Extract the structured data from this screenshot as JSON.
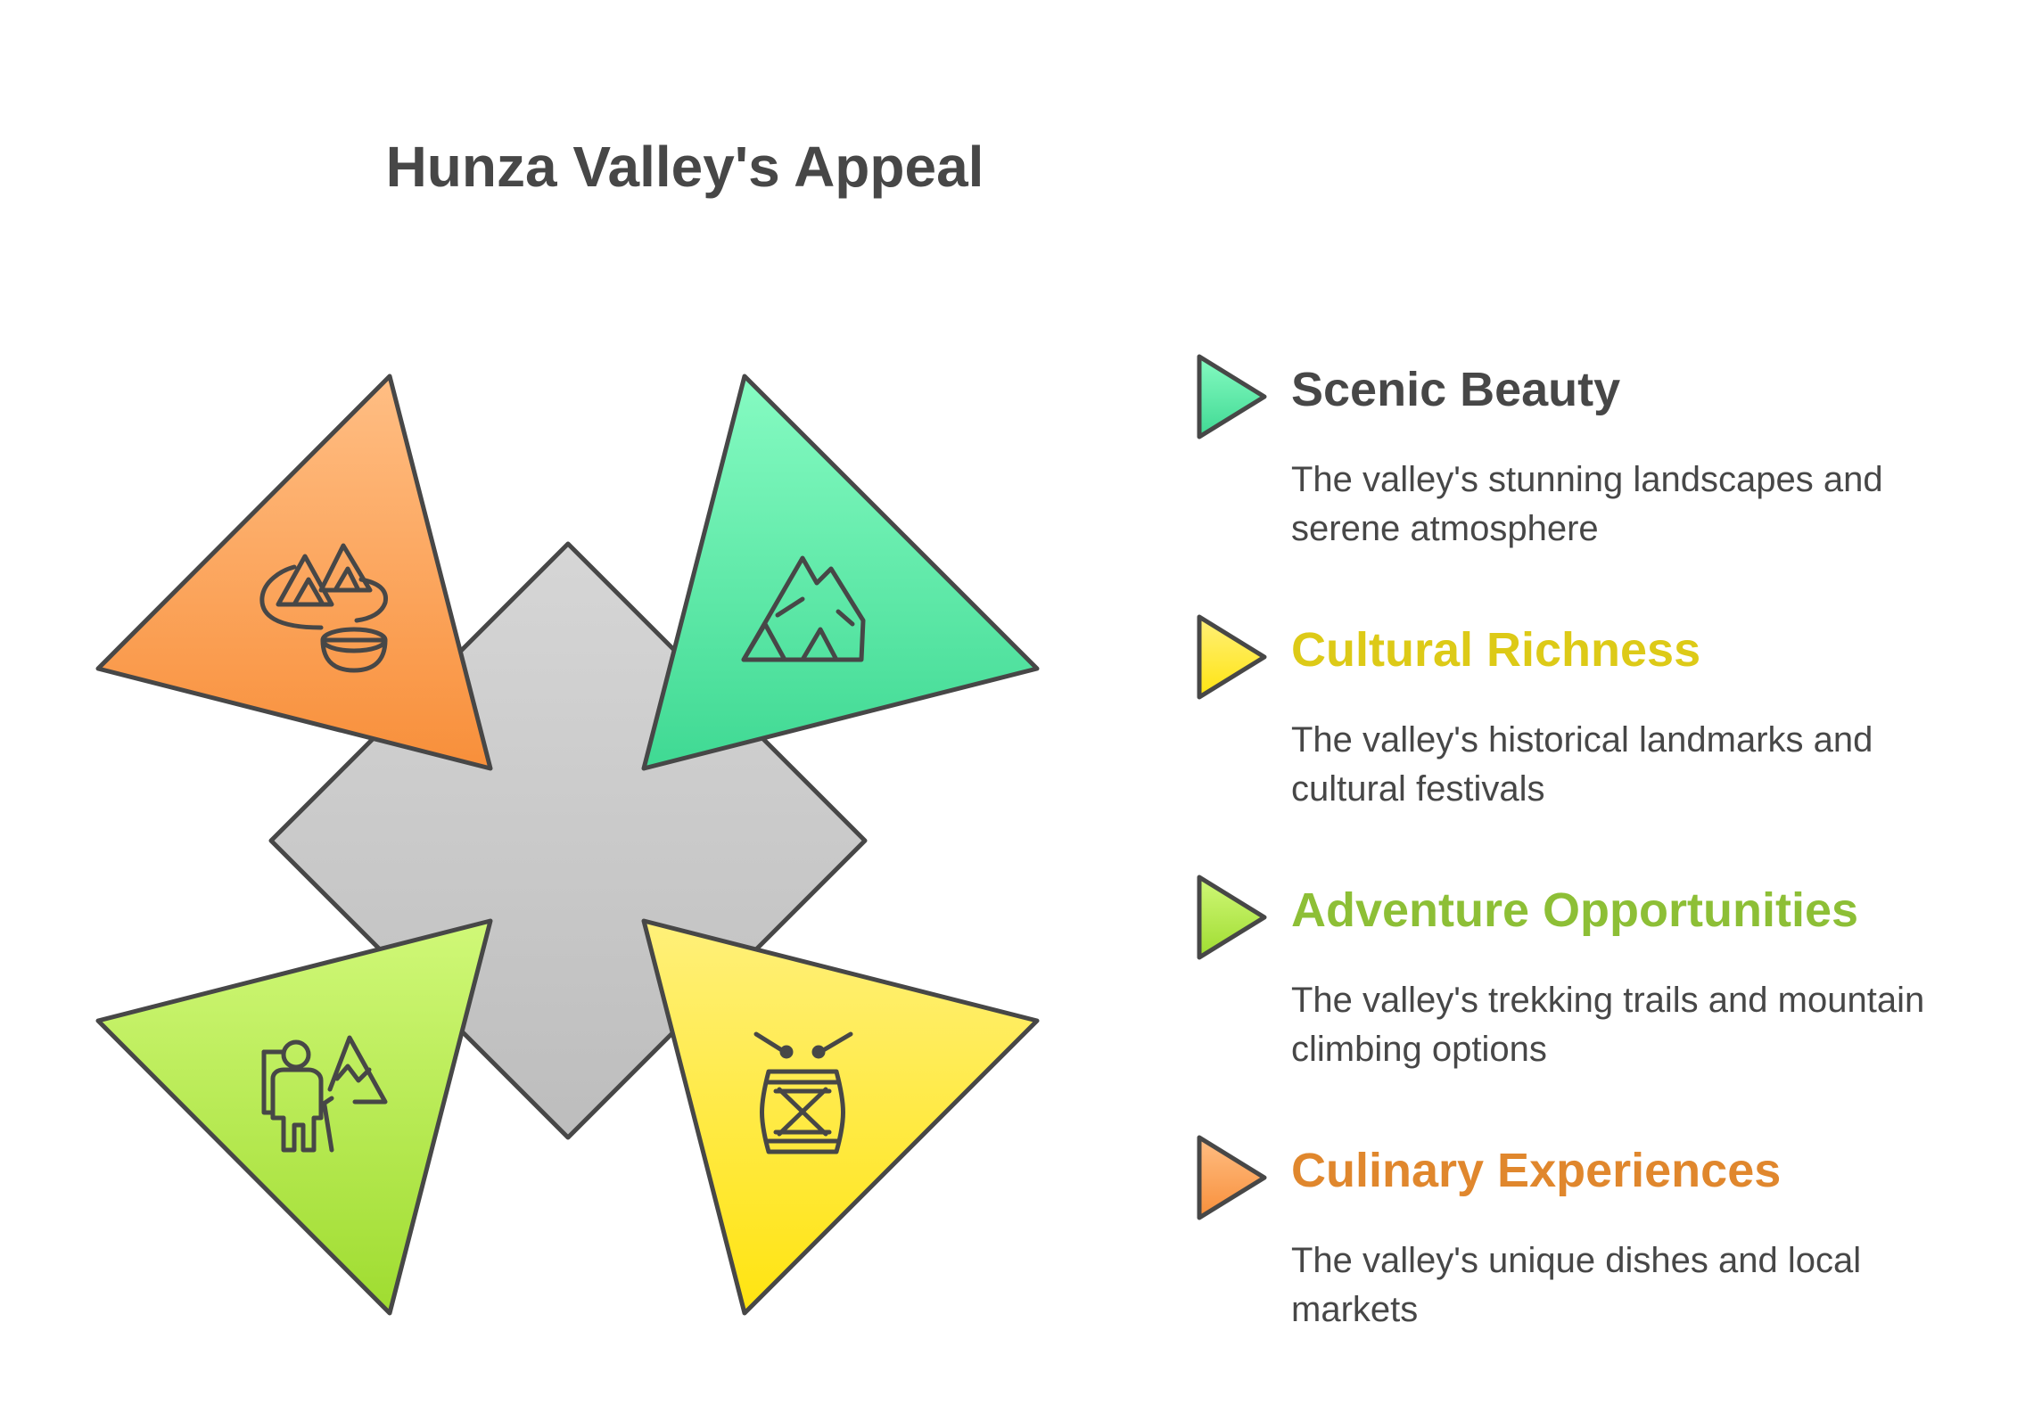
{
  "title": "Hunza Valley's Appeal",
  "colors": {
    "outline": "#474747",
    "center_gray": "#cccccc",
    "green": "#5ddfa2",
    "yellow": "#ffe93a",
    "lime": "#b4e64e",
    "orange": "#f9a35a"
  },
  "items": [
    {
      "heading": "Scenic Beauty",
      "description": "The valley's stunning landscapes and serene atmosphere",
      "heading_color": "#474747",
      "icon": "mountain-icon"
    },
    {
      "heading": "Cultural Richness",
      "description": "The valley's historical landmarks and cultural festivals",
      "heading_color": "#ddca17",
      "icon": "drum-icon"
    },
    {
      "heading": "Adventure Opportunities",
      "description": "The valley's trekking trails and mountain climbing options",
      "heading_color": "#8dbf36",
      "icon": "hiker-icon"
    },
    {
      "heading": "Culinary Experiences",
      "description": "The valley's unique dishes and local markets",
      "heading_color": "#e0872d",
      "icon": "food-bowl-icon"
    }
  ]
}
